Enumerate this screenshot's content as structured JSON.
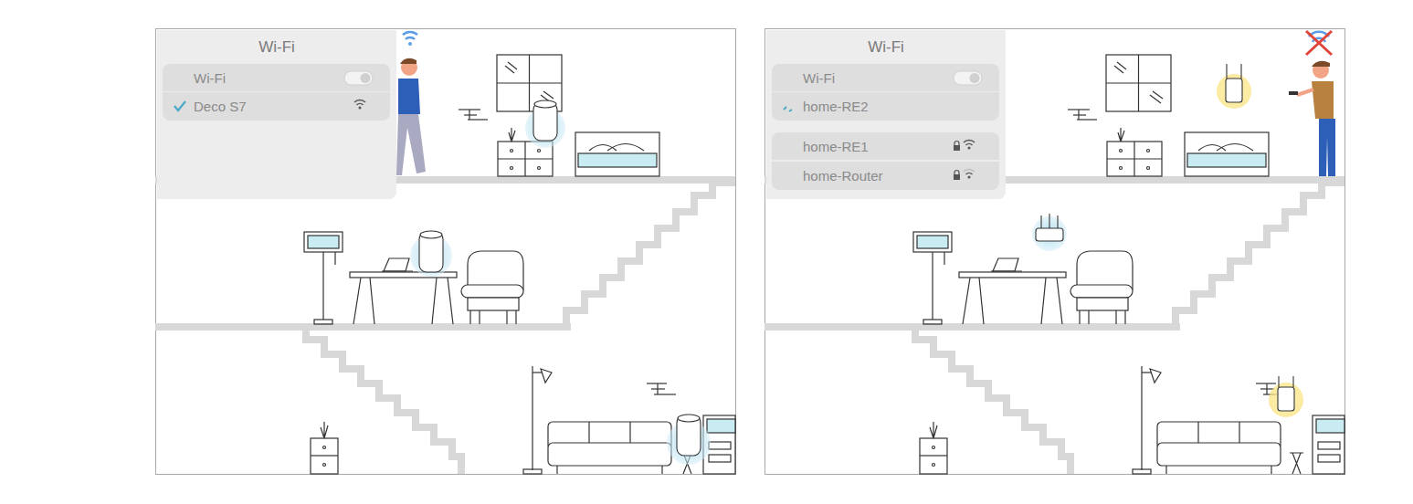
{
  "diagram": {
    "nodes": [
      {
        "text": [
          "Wi-Fi"
        ]
      },
      {
        "text": [
          "Wi-Fi"
        ],
        "in": 0
      },
      {
        "text": [
          "Deco S7"
        ],
        "in": 0
      },
      {
        "text": [
          "Wi-Fi"
        ]
      },
      {
        "text": [
          "Wi-Fi"
        ],
        "in": 3
      },
      {
        "text": [
          "home-RE2"
        ],
        "in": 3
      },
      {
        "text": [
          "home-RE1"
        ],
        "in": 3
      },
      {
        "text": [
          "home-Router"
        ],
        "in": 3
      }
    ]
  }
}
